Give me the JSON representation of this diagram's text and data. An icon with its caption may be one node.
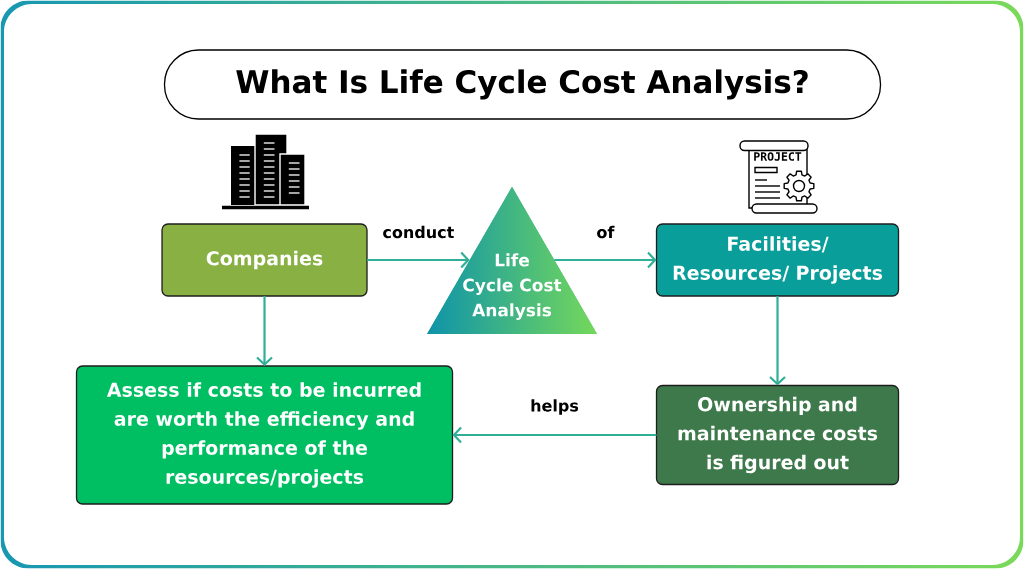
{
  "diagram": {
    "title": "What Is Life Cycle Cost Analysis?",
    "nodes": [
      {
        "text": [
          "Companies"
        ]
      },
      {
        "text": [
          "Life Cycle Cost Analysis"
        ]
      },
      {
        "text": [
          "Facilities/ Resources/ Projects"
        ]
      },
      {
        "text": [
          "Assess if costs to be incurred are worth the efficiency and performance of the resources/projects"
        ]
      },
      {
        "text": [
          "Ownership and maintenance costs is figured out"
        ]
      }
    ],
    "edges": [
      {
        "from": 0,
        "to": 1,
        "arrow": "to",
        "label": "conduct"
      },
      {
        "from": 1,
        "to": 2,
        "arrow": "to",
        "label": "of"
      },
      {
        "from": 0,
        "to": 3,
        "arrow": "to"
      },
      {
        "from": 2,
        "to": 4,
        "arrow": "to"
      },
      {
        "from": 4,
        "to": 3,
        "arrow": "to",
        "label": "helps"
      }
    ],
    "labels": [
      "PROJECT"
    ]
  }
}
